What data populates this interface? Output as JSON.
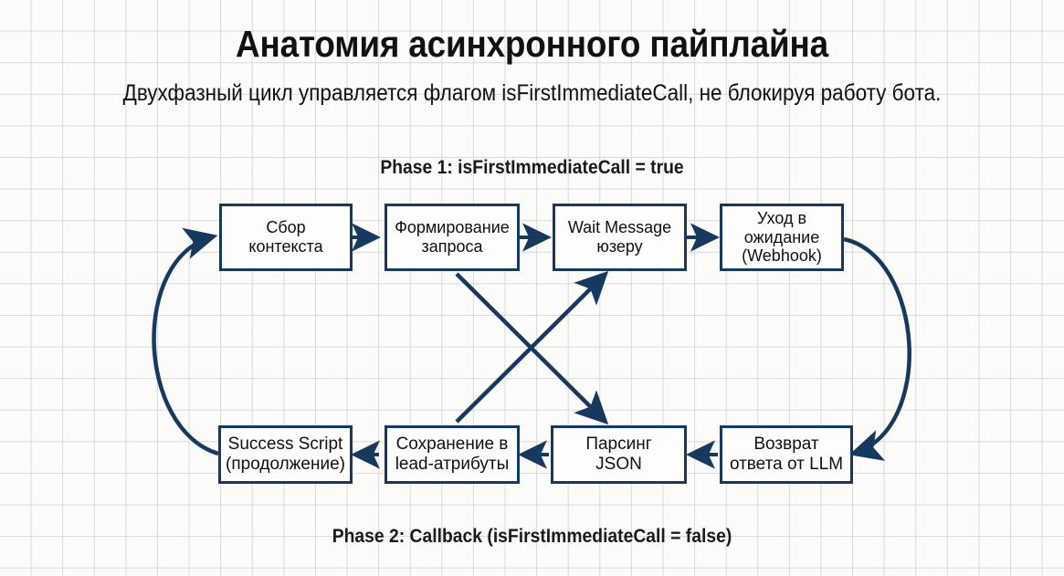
{
  "header": {
    "title": "Анатомия асинхронного пайплайна",
    "subtitle": "Двухфазный цикл управляется флагом isFirstImmediateCall, не блокируя работу бота."
  },
  "phases": {
    "phase1_label": "Phase 1: isFirstImmediateCall = true",
    "phase2_label": "Phase 2: Callback (isFirstImmediateCall = false)"
  },
  "colors": {
    "node_border": "#163a5f",
    "node_fill": "#fdfdfc",
    "arrow": "#163a5f",
    "grid_line": "#d9d9d9",
    "canvas": "#fbfbfa",
    "text": "#111111"
  },
  "nodes": [
    {
      "id": "collect-context",
      "label": "Сбор\nконтекста",
      "row": "top",
      "col": 1
    },
    {
      "id": "build-request",
      "label": "Формирование\nзапроса",
      "row": "top",
      "col": 2
    },
    {
      "id": "wait-message",
      "label": "Wait Message\nюзеру",
      "row": "top",
      "col": 3
    },
    {
      "id": "go-waiting",
      "label": "Уход в\nожидание\n(Webhook)",
      "row": "top",
      "col": 4
    },
    {
      "id": "success-script",
      "label": "Success Script\n(продолжение)",
      "row": "bottom",
      "col": 1
    },
    {
      "id": "save-lead-attrs",
      "label": "Сохранение в\nlead-атрибуты",
      "row": "bottom",
      "col": 2
    },
    {
      "id": "parse-json",
      "label": "Парсинг\nJSON",
      "row": "bottom",
      "col": 3
    },
    {
      "id": "llm-response",
      "label": "Возврат\nответа от LLM",
      "row": "bottom",
      "col": 4
    }
  ],
  "edges": [
    {
      "id": "e1",
      "from": "collect-context",
      "to": "build-request",
      "kind": "straight-right"
    },
    {
      "id": "e2",
      "from": "build-request",
      "to": "wait-message",
      "kind": "straight-right"
    },
    {
      "id": "e3",
      "from": "wait-message",
      "to": "go-waiting",
      "kind": "straight-right"
    },
    {
      "id": "e4",
      "from": "go-waiting",
      "to": "llm-response",
      "kind": "curve-right"
    },
    {
      "id": "e5",
      "from": "llm-response",
      "to": "parse-json",
      "kind": "straight-left"
    },
    {
      "id": "e6",
      "from": "parse-json",
      "to": "save-lead-attrs",
      "kind": "straight-left"
    },
    {
      "id": "e7",
      "from": "save-lead-attrs",
      "to": "success-script",
      "kind": "straight-left"
    },
    {
      "id": "e8",
      "from": "success-script",
      "to": "collect-context",
      "kind": "curve-left"
    },
    {
      "id": "e9",
      "from": "build-request",
      "to": "parse-json",
      "kind": "diagonal-down"
    },
    {
      "id": "e10",
      "from": "save-lead-attrs",
      "to": "wait-message",
      "kind": "diagonal-up"
    }
  ]
}
